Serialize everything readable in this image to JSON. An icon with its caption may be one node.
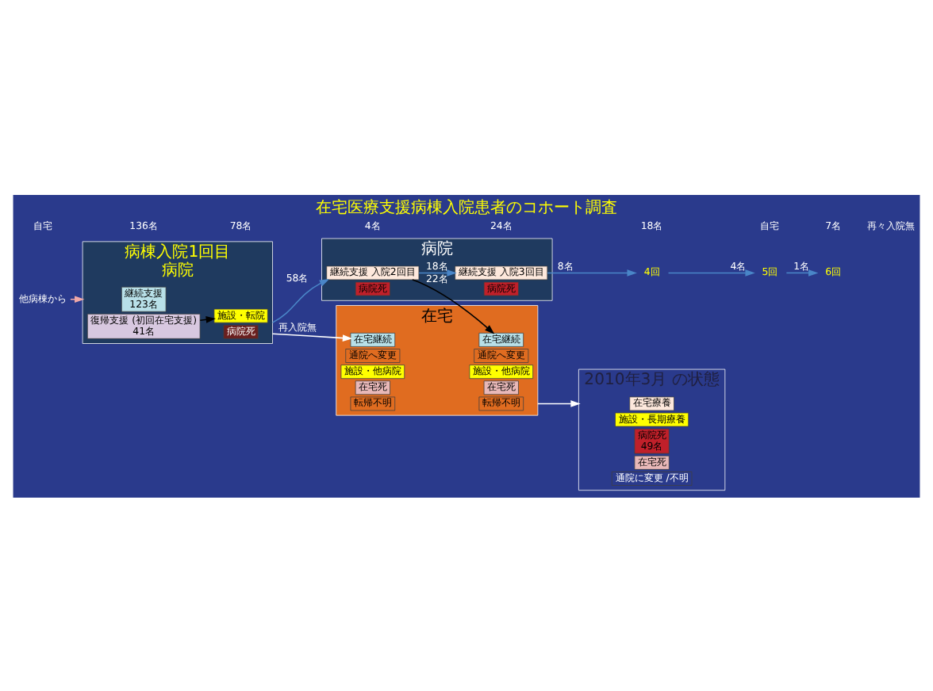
{
  "diagram": {
    "title": "在宅医療支援病棟入院患者のコホート調査",
    "nodes": [
      {
        "text": [
          "病棟入院1回目",
          "病院"
        ]
      },
      {
        "text": [
          "継続支援",
          "123名"
        ],
        "in": 0
      },
      {
        "text": [
          "復帰支援 (初回在宅支援)",
          "41名"
        ],
        "in": 0
      },
      {
        "text": [
          "施設・転院"
        ],
        "in": 0
      },
      {
        "text": [
          "病院死"
        ],
        "in": 0
      },
      {
        "text": [
          "他病棟から"
        ]
      },
      {
        "text": [
          "病院"
        ]
      },
      {
        "text": [
          "継続支援 入院2回目"
        ],
        "in": 6
      },
      {
        "text": [
          "病院死"
        ],
        "in": 6
      },
      {
        "text": [
          "継続支援 入院3回目"
        ],
        "in": 6
      },
      {
        "text": [
          "病院死"
        ],
        "in": 6
      },
      {
        "text": [
          "在宅"
        ]
      },
      {
        "text": [
          "在宅継続"
        ],
        "in": 11
      },
      {
        "text": [
          "通院へ変更"
        ],
        "in": 11
      },
      {
        "text": [
          "施設・他病院"
        ],
        "in": 11
      },
      {
        "text": [
          "在宅死"
        ],
        "in": 11
      },
      {
        "text": [
          "転帰不明"
        ],
        "in": 11
      },
      {
        "text": [
          "在宅継続"
        ],
        "in": 11
      },
      {
        "text": [
          "通院へ変更"
        ],
        "in": 11
      },
      {
        "text": [
          "施設・他病院"
        ],
        "in": 11
      },
      {
        "text": [
          "在宅死"
        ],
        "in": 11
      },
      {
        "text": [
          "転帰不明"
        ],
        "in": 11
      },
      {
        "text": [
          "4回"
        ]
      },
      {
        "text": [
          "5回"
        ]
      },
      {
        "text": [
          "6回"
        ]
      },
      {
        "text": [
          "2010年3月 の状態"
        ]
      },
      {
        "text": [
          "在宅療養"
        ],
        "in": 25
      },
      {
        "text": [
          "施設・長期療養"
        ],
        "in": 25
      },
      {
        "text": [
          "病院死",
          "49名"
        ],
        "in": 25
      },
      {
        "text": [
          "在宅死"
        ],
        "in": 25
      },
      {
        "text": [
          "通院に変更 /不明"
        ],
        "in": 25
      }
    ],
    "edges": [
      {
        "from": 5,
        "to": 0,
        "arrow": "to",
        "color": "#f0a8a8"
      },
      {
        "from": 2,
        "to": 3,
        "arrow": "to",
        "color": "#000000"
      },
      {
        "from": 0,
        "to": 7,
        "arrow": "to",
        "label": "58名"
      },
      {
        "from": 0,
        "to": 12,
        "arrow": "to",
        "label": "再入院無",
        "color": "#ffffff"
      },
      {
        "from": 7,
        "to": 9,
        "arrow": "to",
        "label": "18名"
      },
      {
        "from": 7,
        "to": 17,
        "arrow": "to",
        "label": "22名",
        "color": "#000000"
      },
      {
        "from": 9,
        "to": 22,
        "arrow": "to",
        "label": "8名"
      },
      {
        "from": 22,
        "to": 23,
        "arrow": "to",
        "label": "4名"
      },
      {
        "from": 23,
        "to": 24,
        "arrow": "to",
        "label": "1名"
      },
      {
        "from": 11,
        "to": 25,
        "arrow": "to",
        "color": "#ffffff"
      }
    ],
    "labels": [
      "自宅",
      "136名",
      "78名",
      "4名",
      "24名",
      "18名",
      "自宅",
      "7名",
      "再々入院無"
    ]
  }
}
